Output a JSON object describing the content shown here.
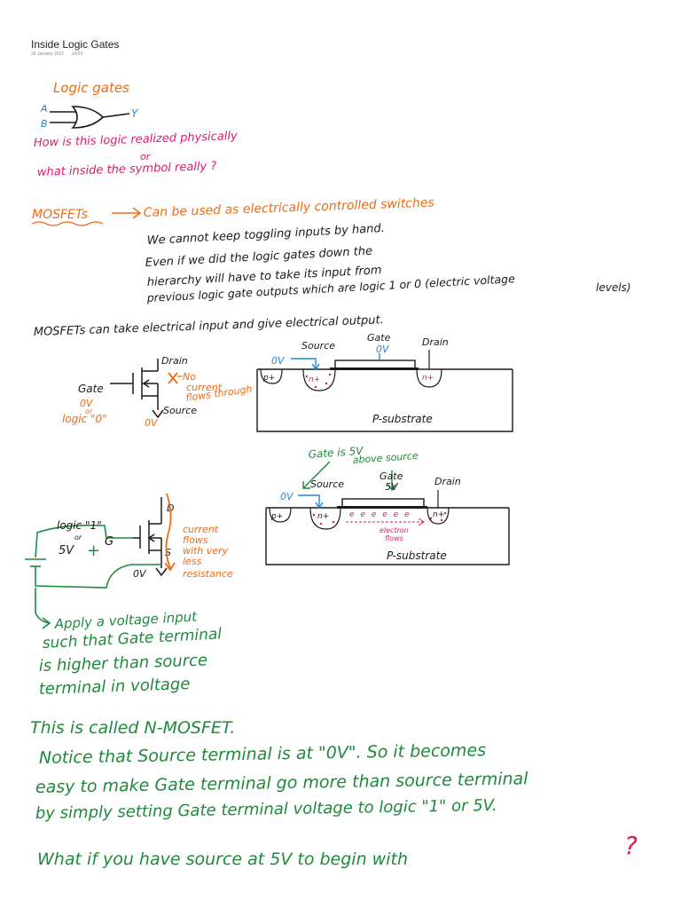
{
  "page": {
    "title": "Inside Logic Gates",
    "date": "26 January 2021",
    "time": "14:03"
  },
  "colors": {
    "orange": "#f06a12",
    "magenta": "#e3166e",
    "blue": "#1e88d8",
    "green": "#1f8a3a",
    "black": "#1a1a1a",
    "red": "#e11d48"
  },
  "intro": {
    "heading": "Logic gates",
    "in_a": "A",
    "in_b": "B",
    "out_y": "Y",
    "question_1": "How is this logic realized physically",
    "or_word": "or",
    "question_2": "what inside the symbol really ?"
  },
  "mosfets": {
    "label": "MOSFETs",
    "arrow_text": "Can be used as electrically controlled switches",
    "note_lines": [
      "We cannot keep toggling inputs by hand.",
      "Even if we did the logic gates down the",
      "hierarchy will have to take its input from",
      "previous logic gate outputs which are logic 1 or 0 (electric voltage",
      "levels)"
    ],
    "summary": "MOSFETs can take electrical input and give electrical output."
  },
  "diagram_off": {
    "drain": "Drain",
    "gate": "Gate",
    "gate_volts": "0V",
    "gate_or": "or",
    "gate_logic": "logic \"0\"",
    "source": "Source",
    "source_volts": "0V",
    "no_current_lines": [
      "No",
      "current",
      "flows through"
    ],
    "cs_source": "Source",
    "cs_gate": "Gate",
    "cs_gate_volts": "0V",
    "cs_drain": "Drain",
    "cs_source_volts": "0V",
    "p_plus": "p+",
    "n_plus_left": "n+",
    "n_plus_right": "n+",
    "substrate": "P-substrate"
  },
  "diagram_on": {
    "logic_label": "logic \"1\"",
    "or_word": "or",
    "volts": "5V",
    "plus": "+",
    "g": "G",
    "d": "D",
    "s": "S",
    "ground": "0V",
    "current_lines": [
      "current",
      "flows",
      "with very",
      "less",
      "resistance"
    ],
    "gate_note_1": "Gate is 5V",
    "gate_note_2": "above source",
    "cs_source": "Source",
    "cs_gate": "Gate",
    "cs_gate_volts": "5V",
    "cs_drain": "Drain",
    "cs_source_volts": "0V",
    "p_plus": "p+",
    "n_plus_left": "n+",
    "n_plus_right": "n+",
    "channel": "e e e e e e",
    "electron_flow_1": "electron",
    "electron_flow_2": "flows",
    "substrate": "P-substrate"
  },
  "apply": {
    "lines": [
      "Apply a voltage input",
      "such that Gate terminal",
      "is higher than source",
      "terminal in voltage"
    ]
  },
  "conclusion": {
    "heading": "This is called N-MOSFET.",
    "lines": [
      "Notice that Source terminal is at \"0V\". So it becomes",
      "easy to make Gate terminal go more than source terminal",
      "by simply setting Gate terminal voltage to logic \"1\" or 5V."
    ],
    "question": "What if you have source at 5V to begin with",
    "question_mark": "?"
  }
}
